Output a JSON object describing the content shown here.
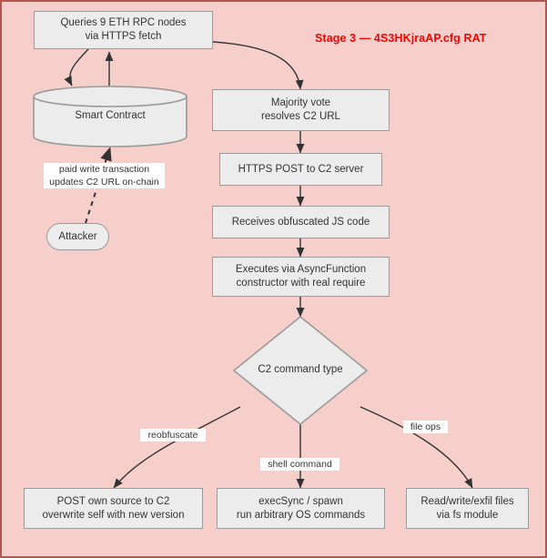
{
  "diagram": {
    "title": "Stage 3 — 4S3HKjraAP.cfg RAT",
    "background_color": "#f6cfcb",
    "frame_color": "#b5564e",
    "node_fill": "#ececec",
    "node_stroke": "#9a9a9a",
    "edge_color": "#333333",
    "title_color": "#ff0000",
    "type": "flowchart"
  },
  "nodes": {
    "queries_rpc": "Queries 9 ETH RPC nodes\nvia HTTPS fetch",
    "smart_contract": "Smart Contract",
    "attacker": "Attacker",
    "majority_vote": "Majority vote\nresolves C2 URL",
    "https_post": "HTTPS POST to C2 server",
    "receives_js": "Receives obfuscated JS code",
    "executes_async": "Executes via AsyncFunction\nconstructor with real require",
    "c2_command_type": "C2 command type",
    "post_own_source": "POST own source to C2\noverwrite self with new version",
    "exec_sync": "execSync / spawn\nrun arbitrary OS commands",
    "read_write_exfil": "Read/write/exfil files\nvia fs module"
  },
  "edge_labels": {
    "paid_write": "paid write transaction\nupdates C2 URL on-chain",
    "reobfuscate": "reobfuscate",
    "shell_command": "shell command",
    "file_ops": "file ops"
  }
}
